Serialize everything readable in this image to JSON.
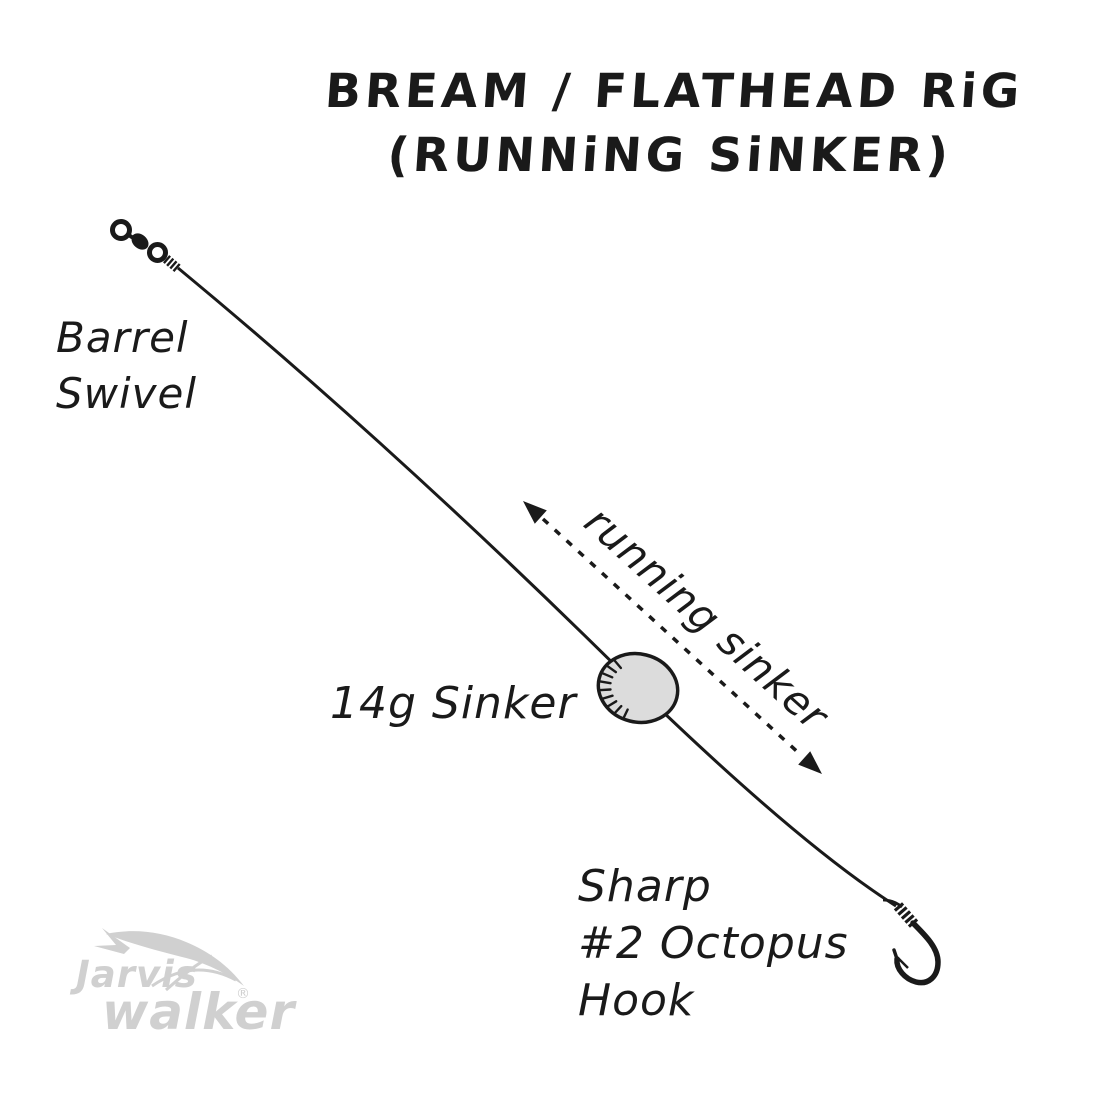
{
  "title": {
    "line1": "BREAM / FLATHEAD RiG",
    "line2": "(RUNNiNG SiNKER)"
  },
  "labels": {
    "barrel_swivel": {
      "line1": "Barrel",
      "line2": "Swivel"
    },
    "sinker": "14g Sinker",
    "running_sinker": "running sinker",
    "hook": {
      "line1": "Sharp",
      "line2": "#2 Octopus",
      "line3": "Hook"
    }
  },
  "watermark": {
    "brand_line1": "Jarvis",
    "brand_line2": "walker",
    "registered_mark": "®"
  },
  "icons": {
    "swivel": "barrel-swivel-icon",
    "sinker": "sinker-icon",
    "hook": "octopus-hook-icon",
    "arrow": "running-sinker-arrow-icon",
    "logo": "marlin-logo-icon"
  },
  "colors": {
    "ink": "#1a1a1a",
    "sinker_fill": "#dcdcdc",
    "watermark": "#d0d0d0",
    "background": "#ffffff"
  }
}
